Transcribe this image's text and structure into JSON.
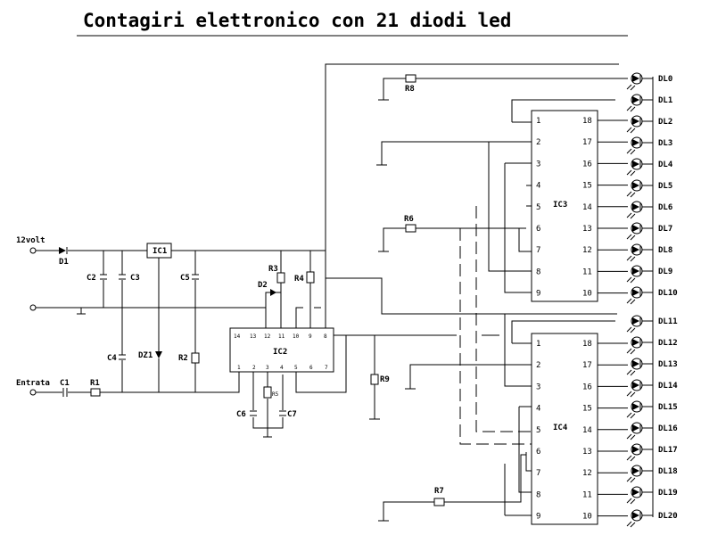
{
  "title": "Contagiri elettronico con 21 diodi led",
  "inputs": {
    "supply": "12volt",
    "signal": "Entrata"
  },
  "components": {
    "D1": "D1",
    "C1": "C1",
    "R1": "R1",
    "C2": "C2",
    "C3": "C3",
    "C4": "C4",
    "C5": "C5",
    "C6": "C6",
    "C7": "C7",
    "IC1": "IC1",
    "IC2": "IC2",
    "IC3": "IC3",
    "IC4": "IC4",
    "DZ1": "DZ1",
    "D2": "D2",
    "R2": "R2",
    "R3": "R3",
    "R4": "R4",
    "R5": "R5",
    "R6": "R6",
    "R7": "R7",
    "R8": "R8",
    "R9": "R9"
  },
  "ic_pins": {
    "left": [
      "1",
      "2",
      "3",
      "4",
      "5",
      "6",
      "7",
      "8",
      "9"
    ],
    "right": [
      "18",
      "17",
      "16",
      "15",
      "14",
      "13",
      "12",
      "11",
      "10"
    ]
  },
  "ic2_pins": {
    "top": [
      "14",
      "13",
      "12",
      "11",
      "10",
      "9",
      "8"
    ],
    "bottom": [
      "1",
      "2",
      "3",
      "4",
      "5",
      "6",
      "7"
    ]
  },
  "leds": [
    "DL0",
    "DL1",
    "DL2",
    "DL3",
    "DL4",
    "DL5",
    "DL6",
    "DL7",
    "DL8",
    "DL9",
    "DL10",
    "DL11",
    "DL12",
    "DL13",
    "DL14",
    "DL15",
    "DL16",
    "DL17",
    "DL18",
    "DL19",
    "DL20"
  ]
}
